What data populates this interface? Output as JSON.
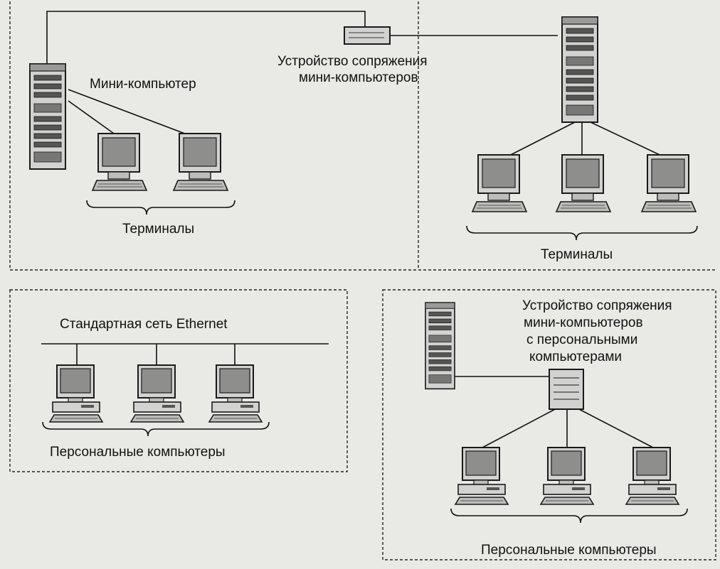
{
  "labels": {
    "minicomputer": "Мини-компьютер",
    "interface_device_line1": "Устройство сопряжения",
    "interface_device_line2": "мини-компьютеров",
    "terminals_left": "Терминалы",
    "terminals_right": "Терминалы",
    "ethernet": "Стандартная сеть Ethernet",
    "pcs_left": "Персональные компьютеры",
    "pc_interface_line1": "Устройство сопряжения",
    "pc_interface_line2": "мини-компьютеров",
    "pc_interface_line3": "с персональными",
    "pc_interface_line4": "компьютерами",
    "pcs_right": "Персональные компьютеры"
  },
  "colors": {
    "background": "#e9e9e6",
    "device_fill": "#d2d2d0",
    "device_stroke": "#1a1a1a",
    "screen_fill": "#8e8e8c"
  }
}
